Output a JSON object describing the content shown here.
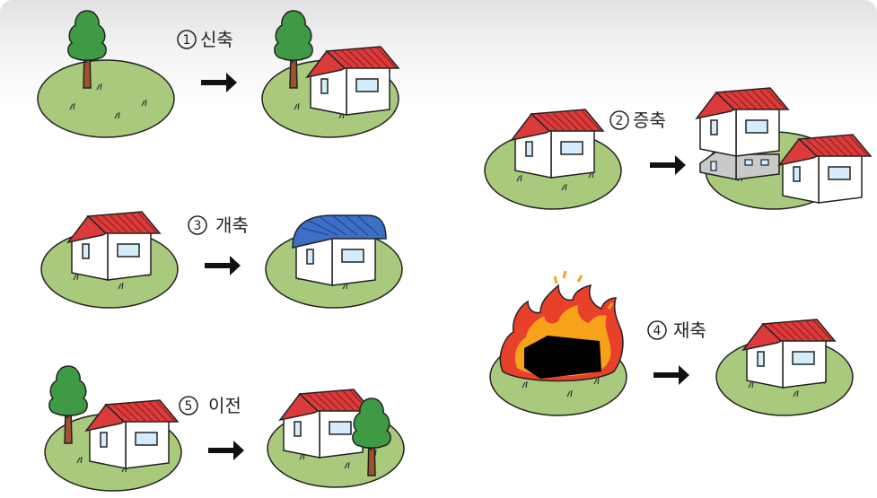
{
  "colors": {
    "grass": "#a9c97c",
    "roof_red": "#dc3b3b",
    "roof_blue": "#3d6fc7",
    "wall": "#ffffff",
    "window": "#d4ecfb",
    "tree_green": "#3f9a45",
    "trunk": "#a0522d",
    "fire_outer": "#e8412a",
    "fire_inner": "#f7a21b",
    "ground_floor": "#c9c9c9"
  },
  "steps": [
    {
      "number": "1",
      "label": "신축"
    },
    {
      "number": "2",
      "label": "증축"
    },
    {
      "number": "3",
      "label": "개축"
    },
    {
      "number": "4",
      "label": "재축"
    },
    {
      "number": "5",
      "label": "이전"
    }
  ]
}
